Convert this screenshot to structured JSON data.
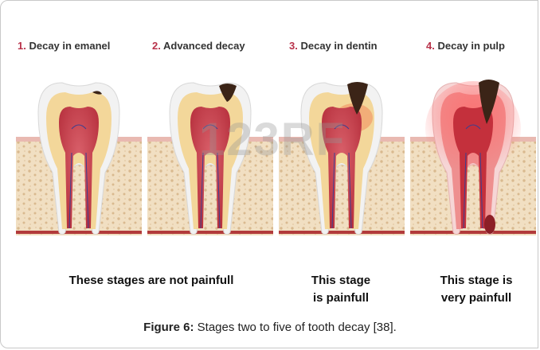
{
  "stages": [
    {
      "number": "1.",
      "label": "Decay in emanel",
      "severity": 1
    },
    {
      "number": "2.",
      "label": "Advanced decay",
      "severity": 2
    },
    {
      "number": "3.",
      "label": "Decay in dentin",
      "severity": 3
    },
    {
      "number": "4.",
      "label": "Decay in pulp",
      "severity": 4
    }
  ],
  "captions": {
    "not_painful": "These stages are not painfull",
    "painful_line1": "This stage",
    "painful_line2": "is painfull",
    "very_painful_line1": "This stage is",
    "very_painful_line2": "very painfull"
  },
  "watermark": "123RF",
  "figure": {
    "label": "Figure 6:",
    "text": " Stages two to five of tooth decay [38]."
  },
  "colors": {
    "stage_number": "#b8324a",
    "gum": "#e9b9b1",
    "bone": "#f1dfc2",
    "dentin": "#f3d79a",
    "enamel": "#f2f2f2",
    "pulp": "#c9454f",
    "cavity": "#3b2417"
  }
}
